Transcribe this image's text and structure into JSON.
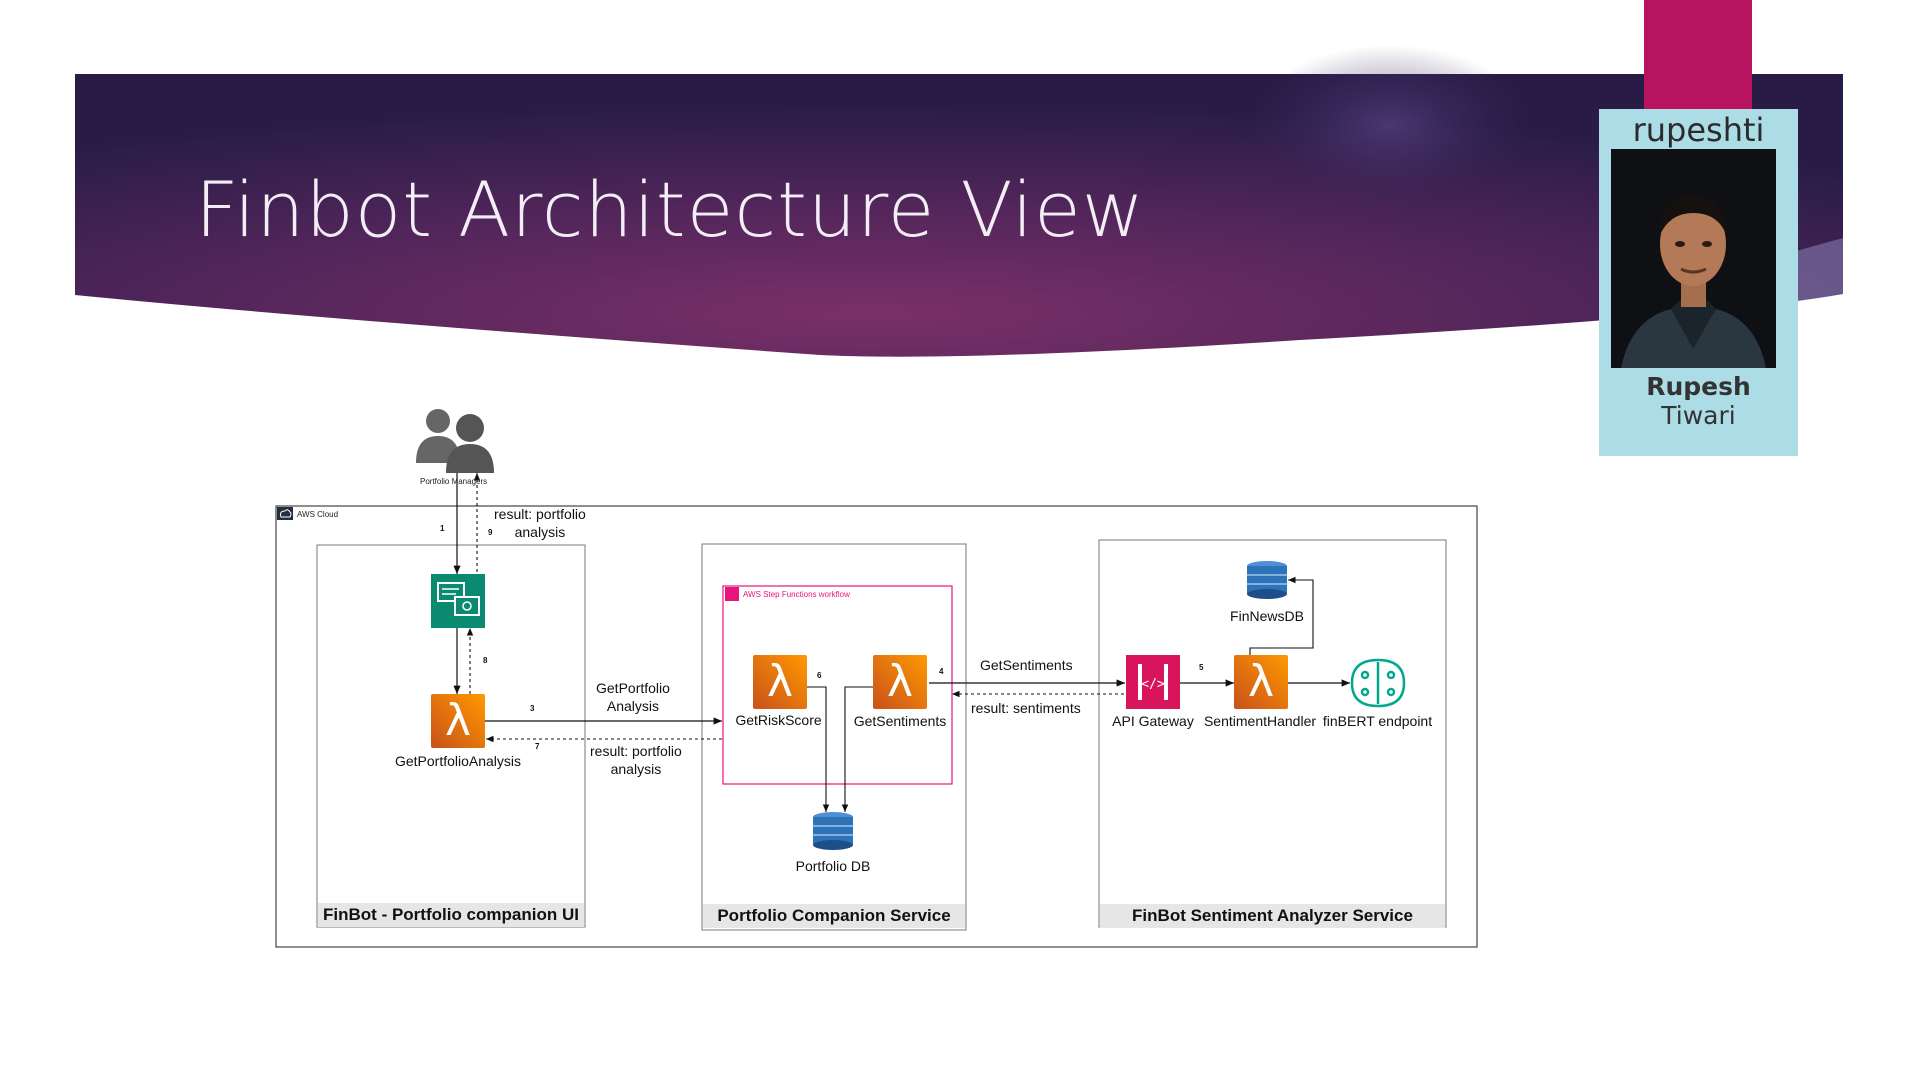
{
  "slide": {
    "title": "Finbot Architecture View"
  },
  "badge": {
    "handle": "rupeshti",
    "first_name": "Rupesh",
    "last_name": "Tiwari"
  },
  "diagram": {
    "cloud_label": "AWS Cloud",
    "users_label": "Portfolio Managers",
    "groups": {
      "ui": "FinBot - Portfolio companion UI",
      "companion": "Portfolio Companion Service",
      "sentiment": "FinBot Sentiment Analyzer Service"
    },
    "step_functions_label": "AWS Step Functions workflow",
    "nodes": {
      "get_portfolio_analysis": "GetPortfolioAnalysis",
      "get_risk_score": "GetRiskScore",
      "get_sentiments": "GetSentiments",
      "portfolio_db": "Portfolio DB",
      "api_gateway": "API Gateway",
      "sentiment_handler": "SentimentHandler",
      "finbert_endpoint": "finBERT endpoint",
      "fin_news_db": "FinNewsDB"
    },
    "edges": {
      "result_portfolio_top_1": "result: portfolio",
      "result_portfolio_top_2": "analysis",
      "get_portfolio_1": "GetPortfolio",
      "get_portfolio_2": "Analysis",
      "result_portfolio_bottom_1": "result: portfolio",
      "result_portfolio_bottom_2": "analysis",
      "get_sentiments": "GetSentiments",
      "result_sentiments": "result: sentiments"
    },
    "steps": [
      "1",
      "3",
      "4",
      "5",
      "6",
      "7",
      "8",
      "9"
    ]
  },
  "colors": {
    "banner_dark": "#2b1d4b",
    "banner_mid": "#6a2c63",
    "badge_bg": "#acdde7",
    "badge_accent": "#b8135f",
    "lambda_orange": "#ed7100",
    "dynamodb_blue": "#2e73b8",
    "step_functions_pink": "#e7157b",
    "lex_teal": "#01a88d"
  }
}
